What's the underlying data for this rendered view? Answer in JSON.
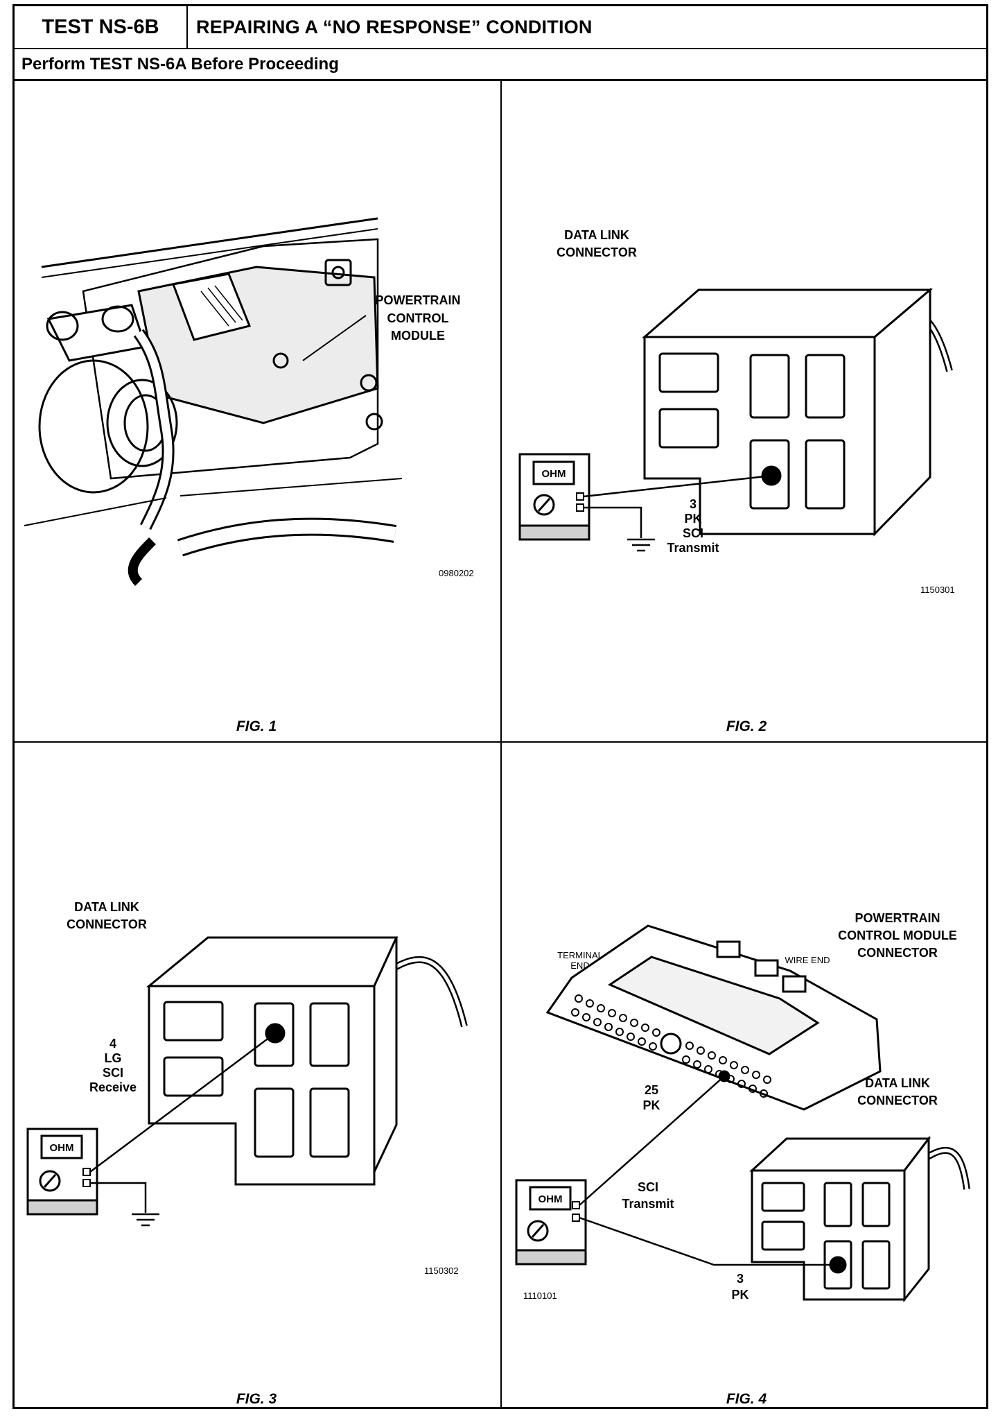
{
  "header": {
    "test_id": "TEST NS-6B",
    "title": "REPAIRING A “NO RESPONSE” CONDITION",
    "subtitle": "Perform TEST NS-6A Before Proceeding"
  },
  "figures": [
    {
      "caption": "FIG. 1",
      "code": "0980202",
      "labels": [
        "POWERTRAIN",
        "CONTROL",
        "MODULE"
      ]
    },
    {
      "caption": "FIG. 2",
      "code": "1150301",
      "connector_label": [
        "DATA LINK",
        "CONNECTOR"
      ],
      "pin_label": [
        "3",
        "PK",
        "SCI",
        "Transmit"
      ],
      "meter_label": "OHM"
    },
    {
      "caption": "FIG. 3",
      "code": "1150302",
      "connector_label": [
        "DATA LINK",
        "CONNECTOR"
      ],
      "pin_label": [
        "4",
        "LG",
        "SCI",
        "Receive"
      ],
      "meter_label": "OHM"
    },
    {
      "caption": "FIG. 4",
      "code": "1110101",
      "pcm_label": [
        "POWERTRAIN",
        "CONTROL MODULE",
        "CONNECTOR"
      ],
      "terminal_end": [
        "TERMINAL",
        "END"
      ],
      "wire_end": "WIRE END",
      "pin25_label": [
        "25",
        "PK"
      ],
      "sci_label": [
        "SCI",
        "Transmit"
      ],
      "dlc_label": [
        "DATA LINK",
        "CONNECTOR"
      ],
      "pin3_label": [
        "3",
        "PK"
      ],
      "meter_label": "OHM"
    }
  ]
}
